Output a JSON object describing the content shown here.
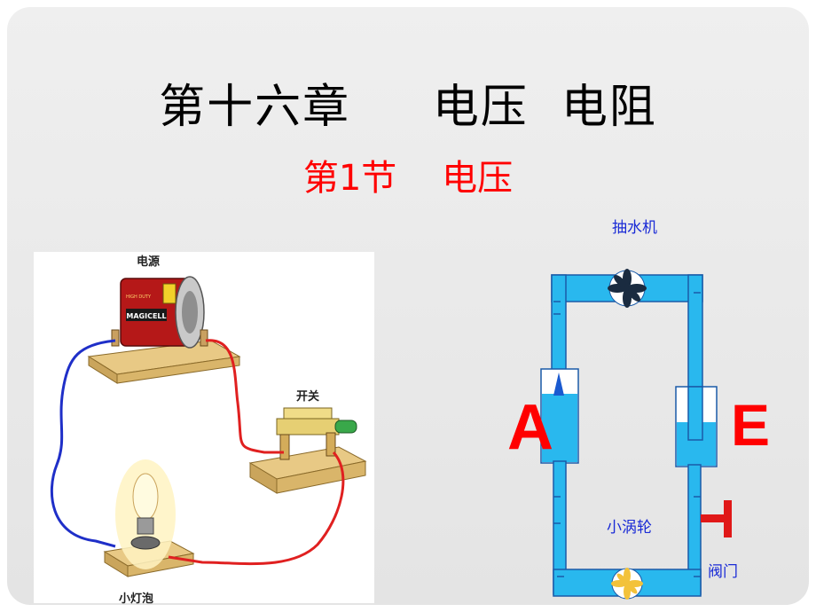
{
  "slide": {
    "title": "第十六章     电压  电阻",
    "subtitle": "第1节    电压"
  },
  "circuit": {
    "power_label": "电源",
    "switch_label": "开关",
    "bulb_label": "小灯泡",
    "battery_brand": "MAGICELL",
    "battery_small_text": "HIGH DUTY"
  },
  "water_model": {
    "pump_label": "抽水机",
    "turbine_label": "小涡轮",
    "valve_label": "阀门",
    "left_letter": "A",
    "right_letter": "E"
  },
  "colors": {
    "water": "#29b8ee",
    "pipe_edge": "#1a5aa8",
    "title_red": "#ff0000",
    "wire_red": "#e02020",
    "wire_blue": "#1f2fc8"
  }
}
